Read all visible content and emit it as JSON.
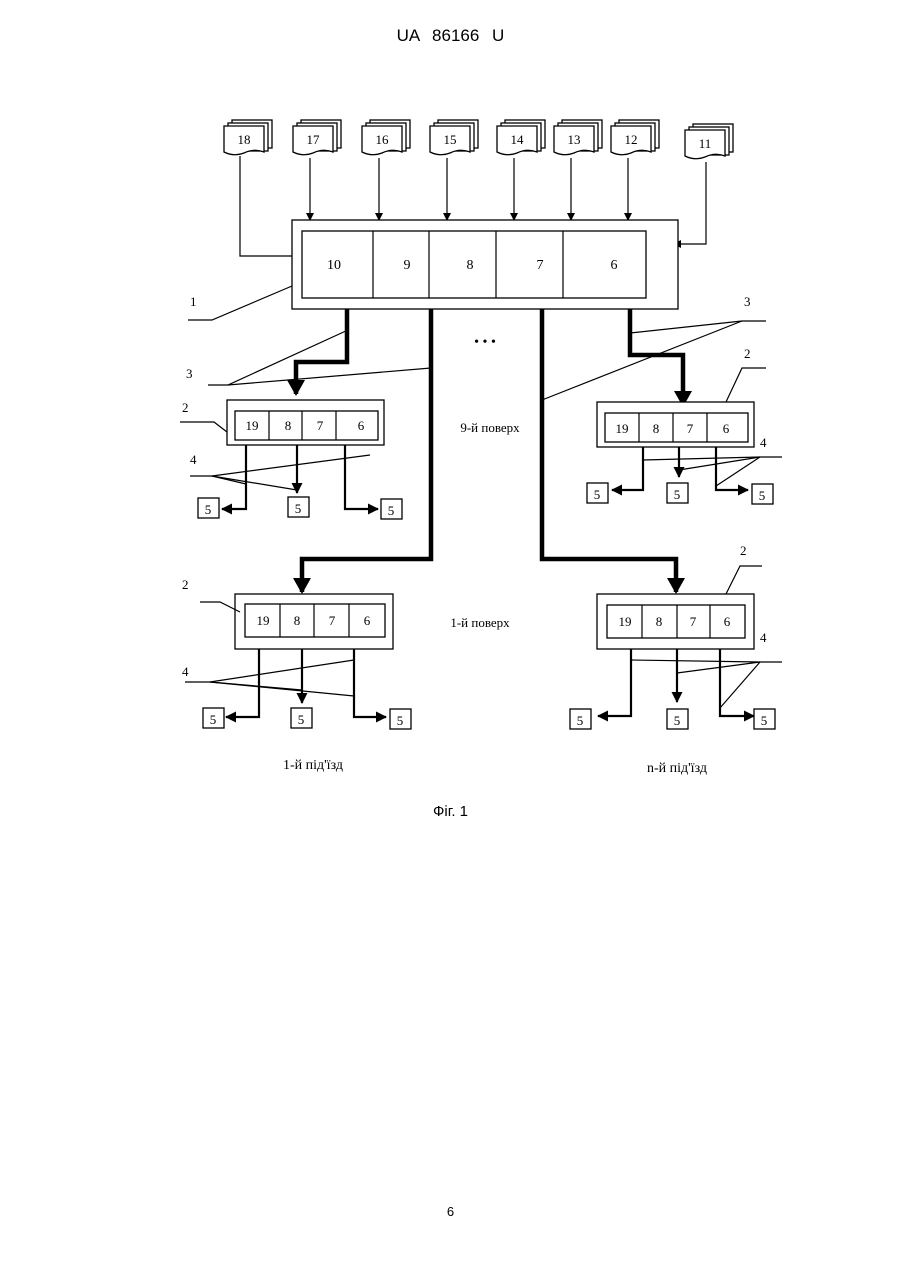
{
  "header": {
    "doc_id": "UA   86166   U"
  },
  "page": {
    "number": "6"
  },
  "figure": {
    "caption": "Фіг. 1",
    "central_unit": {
      "ref": "1",
      "cells": [
        "10",
        "9",
        "8",
        "7",
        "6"
      ]
    },
    "inputs": [
      "18",
      "17",
      "16",
      "15",
      "14",
      "13",
      "12",
      "11"
    ],
    "labels": {
      "floor_9": "9-й поверх",
      "floor_1": "1-й поверх",
      "entrance_1": "1-й під'їзд",
      "entrance_n": "n-й під'їзд",
      "ellipsis": "• • •",
      "ref_bus": "3",
      "ref_node": "2",
      "ref_out": "4",
      "terminal": "5"
    },
    "floor_unit_cells": [
      "19",
      "8",
      "7",
      "6"
    ]
  }
}
